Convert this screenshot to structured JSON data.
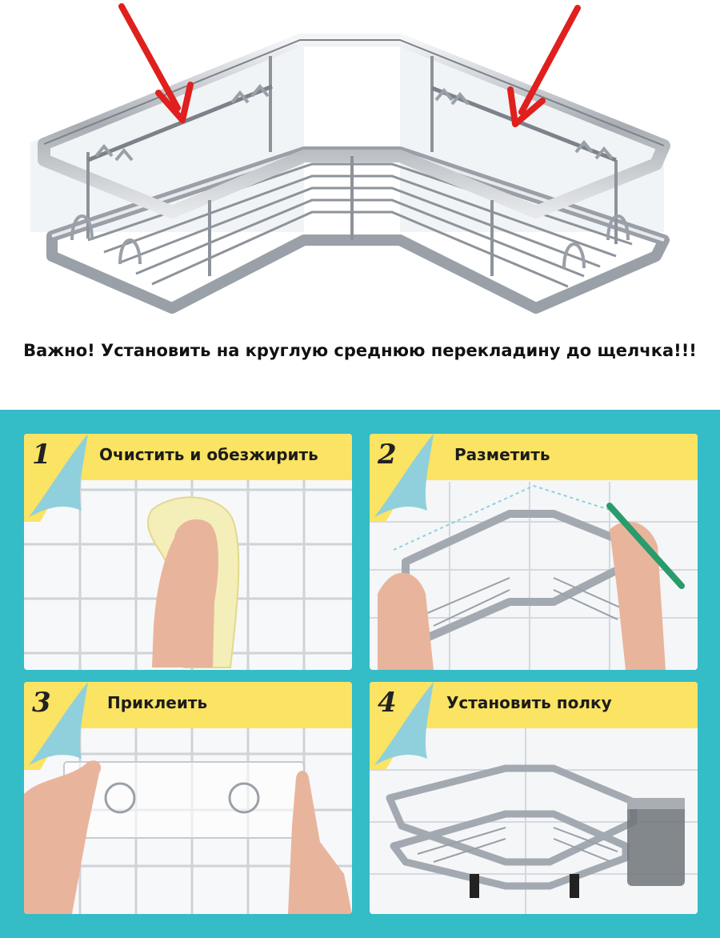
{
  "notice": "Важно! Установить на круглую среднюю перекладину до щелчка!!!",
  "steps": [
    {
      "number": "1",
      "label": "Очистить и обезжирить"
    },
    {
      "number": "2",
      "label": "Разметить"
    },
    {
      "number": "3",
      "label": "Приклеить"
    },
    {
      "number": "4",
      "label": "Установить полку"
    }
  ],
  "colors": {
    "background": "#34bcc7",
    "banner": "#fbe363",
    "arrow": "#e0201e",
    "metal": "#b9bec4"
  }
}
